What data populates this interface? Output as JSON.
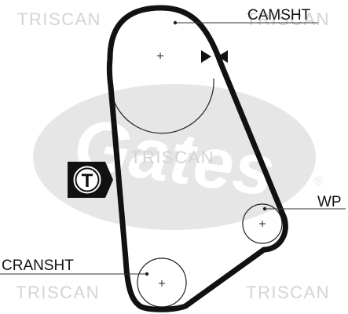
{
  "labels": {
    "camshaft": "CAMSHT",
    "water_pump": "WP",
    "crankshaft": "CRANSHT"
  },
  "tensioner_badge": "T",
  "watermarks": {
    "top_left": "TRISCAN",
    "top_right": "TRISCAN",
    "center": "TRISCAN",
    "bottom_left": "TRISCAN",
    "bottom_right": "TRISCAN"
  },
  "background_logo": {
    "text": "Gates",
    "mark": "®"
  },
  "colors": {
    "belt": "#111111",
    "pulley_outline": "#222222",
    "watermark": "#d4d4d4",
    "logo": "#e6e6e6"
  }
}
